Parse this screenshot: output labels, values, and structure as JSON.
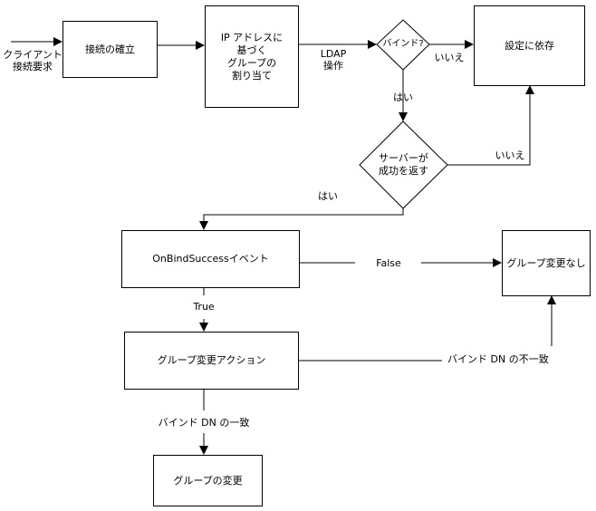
{
  "diagram": {
    "type": "flowchart",
    "nodes": {
      "client_request": "クライアント\n接続要求",
      "establish_connection": "接続の確立",
      "ip_group_assign": "IP アドレスに\n基づく\nグループの\n割り当て",
      "bind_decision": "バインド?",
      "depends_on_config": "設定に依存",
      "server_success_decision": "サーバーが\n成功を返す",
      "on_bind_success": "OnBindSuccessイベント",
      "no_group_change": "グループ変更なし",
      "group_change_action": "グループ変更アクション",
      "change_group": "グループの変更"
    },
    "edge_labels": {
      "ldap_operation": "LDAP\n操作",
      "bind_no": "いいえ",
      "bind_yes": "はい",
      "server_no": "いいえ",
      "server_yes": "はい",
      "event_false": "False",
      "event_true": "True",
      "bind_dn_mismatch": "バインド DN の不一致",
      "bind_dn_match": "バインド DN の一致"
    },
    "edges": [
      {
        "from": "client_request",
        "to": "establish_connection",
        "label": ""
      },
      {
        "from": "establish_connection",
        "to": "ip_group_assign",
        "label": ""
      },
      {
        "from": "ip_group_assign",
        "to": "bind_decision",
        "label": "LDAP 操作"
      },
      {
        "from": "bind_decision",
        "to": "depends_on_config",
        "label": "いいえ"
      },
      {
        "from": "bind_decision",
        "to": "server_success_decision",
        "label": "はい"
      },
      {
        "from": "server_success_decision",
        "to": "depends_on_config",
        "label": "いいえ"
      },
      {
        "from": "server_success_decision",
        "to": "on_bind_success",
        "label": "はい"
      },
      {
        "from": "on_bind_success",
        "to": "no_group_change",
        "label": "False"
      },
      {
        "from": "on_bind_success",
        "to": "group_change_action",
        "label": "True"
      },
      {
        "from": "group_change_action",
        "to": "no_group_change",
        "label": "バインド DN の不一致"
      },
      {
        "from": "group_change_action",
        "to": "change_group",
        "label": "バインド DN の一致"
      }
    ]
  }
}
